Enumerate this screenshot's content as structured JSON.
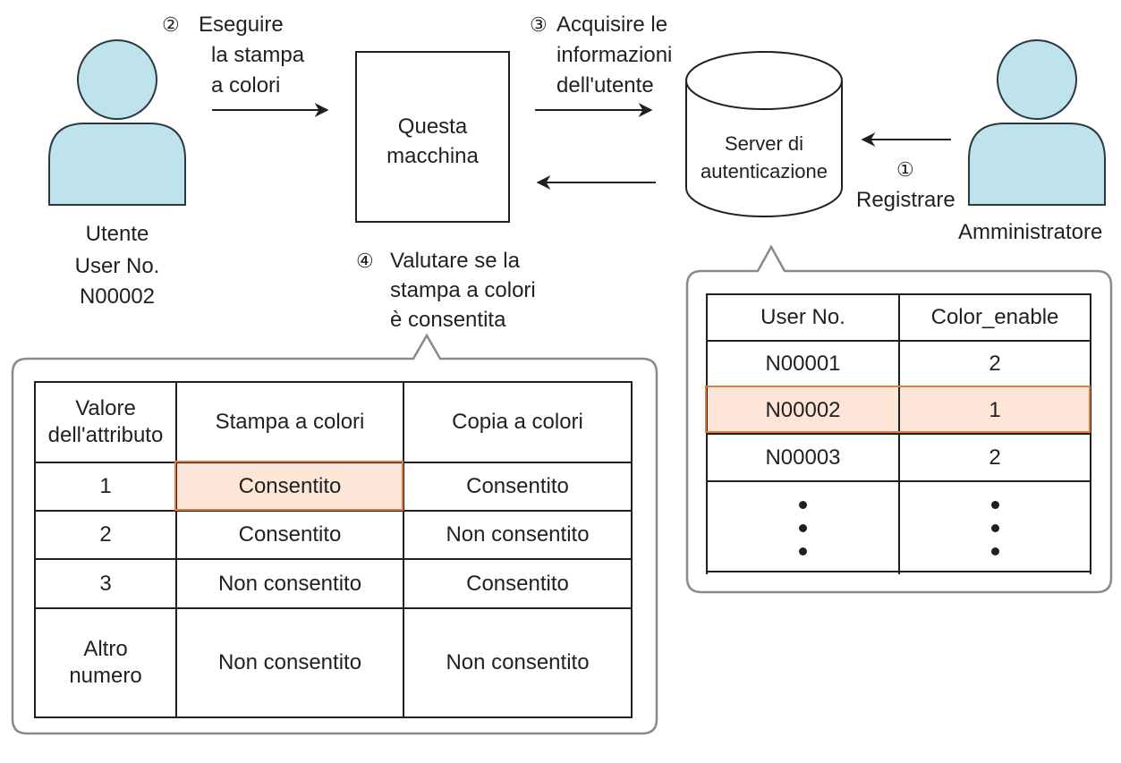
{
  "actors": {
    "user": {
      "role": "Utente",
      "user_no_label": "User No.",
      "user_no_value": "N00002"
    },
    "admin": {
      "role": "Amministratore"
    }
  },
  "machine": {
    "label_line1": "Questa",
    "label_line2": "macchina"
  },
  "server": {
    "label_line1": "Server di",
    "label_line2": "autenticazione"
  },
  "steps": {
    "step1": {
      "number": "①",
      "text": "Registrare"
    },
    "step2": {
      "number": "②",
      "lines": [
        "Eseguire",
        "la stampa",
        "a colori"
      ]
    },
    "step3": {
      "number": "③",
      "lines": [
        "Acquisire le",
        "informazioni",
        "dell'utente"
      ]
    },
    "step4": {
      "number": "④",
      "lines": [
        "Valutare se la",
        "stampa a colori",
        "è consentita"
      ]
    }
  },
  "user_table": {
    "headers": [
      "User No.",
      "Color_enable"
    ],
    "rows": [
      {
        "user_no": "N00001",
        "color_enable": "2"
      },
      {
        "user_no": "N00002",
        "color_enable": "1",
        "highlighted": true
      },
      {
        "user_no": "N00003",
        "color_enable": "2"
      }
    ]
  },
  "permission_table": {
    "headers": {
      "attr_line1": "Valore",
      "attr_line2": "dell'attributo",
      "print": "Stampa a colori",
      "copy": "Copia a colori"
    },
    "rows": [
      {
        "value": "1",
        "print": "Consentito",
        "copy": "Consentito",
        "highlight": "print"
      },
      {
        "value": "2",
        "print": "Consentito",
        "copy": "Non consentito"
      },
      {
        "value": "3",
        "print": "Non consentito",
        "copy": "Consentito"
      },
      {
        "value_line1": "Altro",
        "value_line2": "numero",
        "print": "Non consentito",
        "copy": "Non consentito"
      }
    ]
  },
  "colors": {
    "person_fill": "#bfe3ec",
    "person_stroke": "#2a3a40",
    "highlight_fill": "#fde6d8",
    "highlight_border": "#e07b3c",
    "callout_border": "#8a8a8a",
    "line": "#231f20"
  }
}
